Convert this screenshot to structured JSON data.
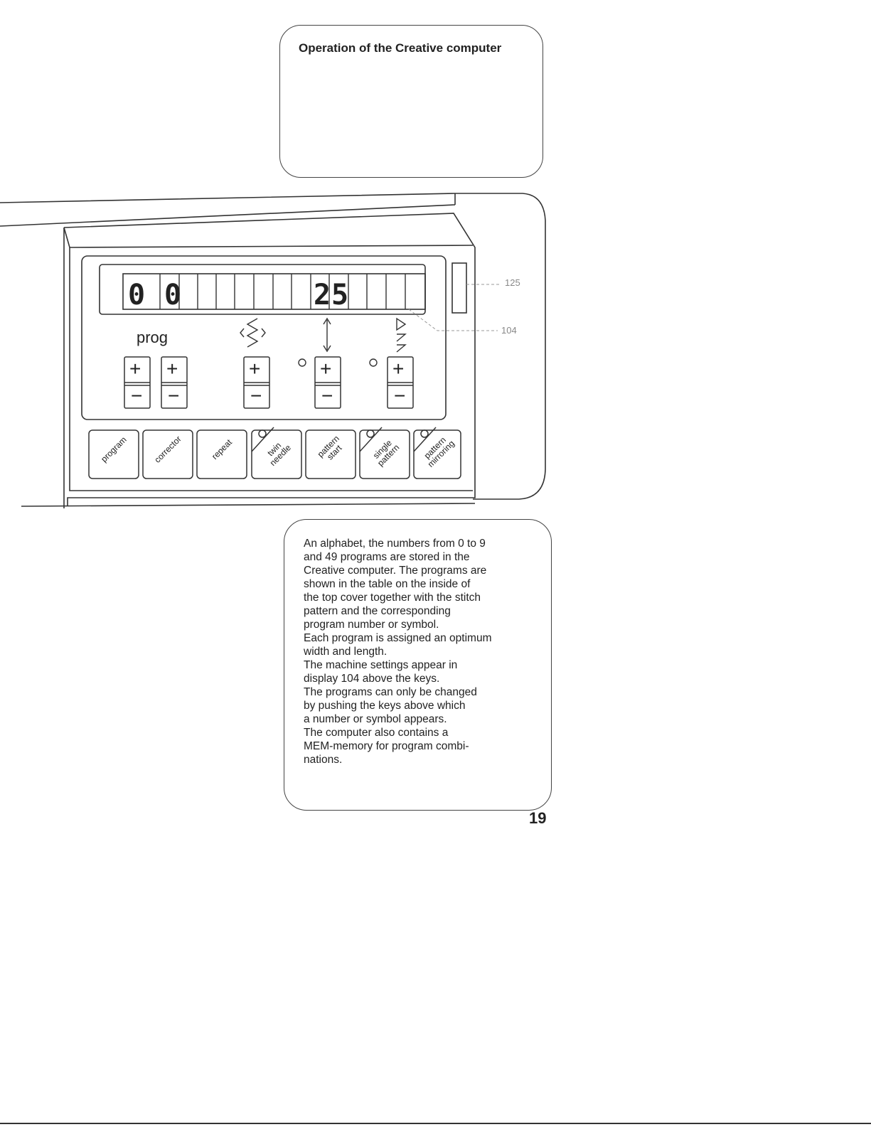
{
  "title_box": {
    "heading": "Operation of the Creative computer"
  },
  "panel": {
    "display_left_digits": [
      "0",
      "0"
    ],
    "display_right_digits": [
      "2",
      "5"
    ],
    "ref_125": "125",
    "ref_104": "104",
    "prog_label": "prog",
    "plus": "+",
    "minus": "−",
    "keys": [
      {
        "lines": [
          "program"
        ]
      },
      {
        "lines": [
          "corrector"
        ]
      },
      {
        "lines": [
          "repeat"
        ]
      },
      {
        "lines": [
          "twin",
          "needle"
        ]
      },
      {
        "lines": [
          "pattern",
          "start"
        ]
      },
      {
        "lines": [
          "single",
          "pattern"
        ]
      },
      {
        "lines": [
          "pattern",
          "mirroring"
        ]
      }
    ]
  },
  "description_lines": [
    "An alphabet, the numbers from 0 to 9",
    "and 49 programs are stored in the",
    "Creative computer. The programs are",
    "shown in the table on the inside of",
    "the top cover together with the stitch",
    "pattern and the corresponding",
    "program number or symbol.",
    "Each program is assigned an optimum",
    "width and length.",
    "The machine settings appear in",
    "display 104 above the keys.",
    "The programs can only be changed",
    "by pushing the keys above which",
    "a number or symbol appears.",
    "The computer also contains a",
    "MEM-memory for program combi-",
    "nations."
  ],
  "page_number": "19"
}
